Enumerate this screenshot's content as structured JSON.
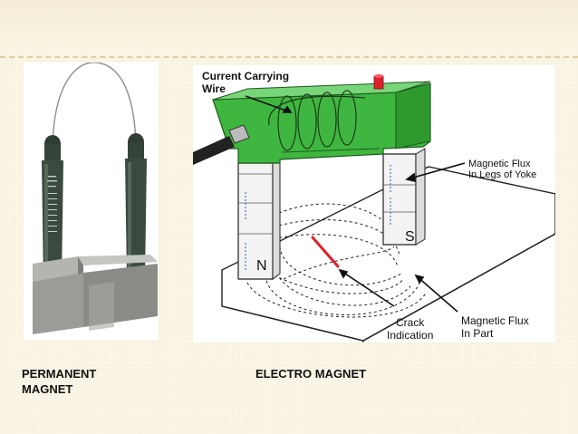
{
  "captions": {
    "permanent_line1": "PERMANENT",
    "permanent_line2": "MAGNET",
    "electro": "ELECTRO MAGNET"
  },
  "diagram": {
    "labels": {
      "current_line1": "Current Carrying",
      "current_line2": "Wire",
      "flux_yoke_line1": "Magnetic Flux",
      "flux_yoke_line2": "In Legs of Yoke",
      "crack_line1": "Crack",
      "crack_line2": "Indication",
      "flux_part_line1": "Magnetic Flux",
      "flux_part_line2": "In Part",
      "pole_n": "N",
      "pole_s": "S"
    }
  },
  "colors": {
    "yoke_green": "#3fb63f",
    "crack_red": "#e0202c",
    "magnet_dark": "#3a4a3e",
    "base_steel": "#9a9c98"
  }
}
